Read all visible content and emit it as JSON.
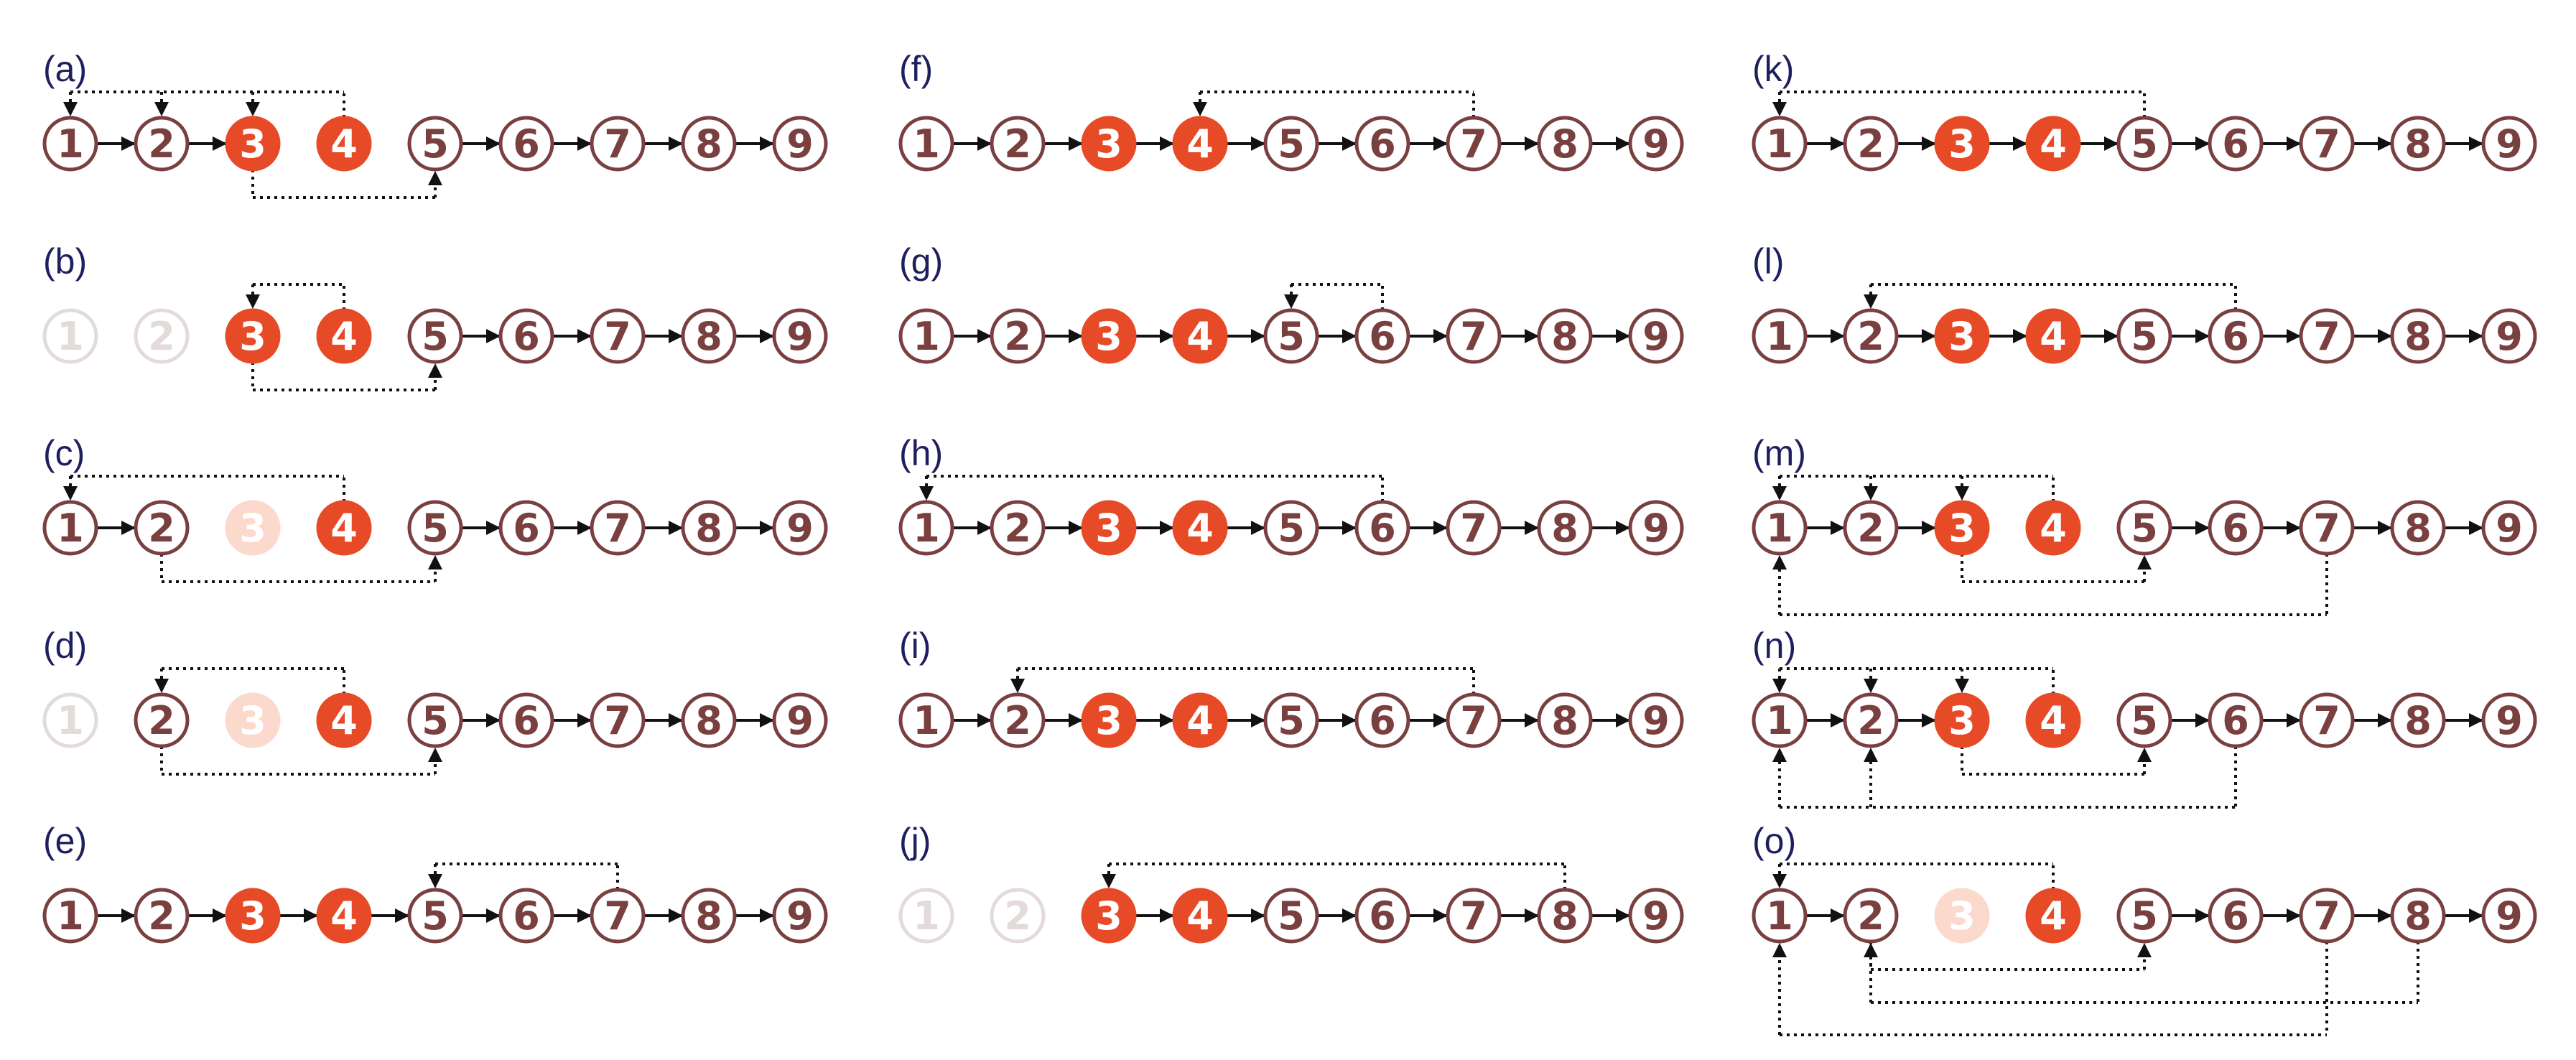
{
  "colors": {
    "label": "#1e1f5e",
    "node_stroke": "#7a4040",
    "node_text": "#7a4040",
    "faded_stroke": "#e3dada",
    "faded_text": "#e3dada",
    "highlight_fill": "#e64a26",
    "faded_highlight_fill": "#fbd9cc",
    "highlight_text": "#ffffff",
    "arrow": "#111111",
    "dotted": "#111111"
  },
  "panels": [
    {
      "label": "(a)",
      "nodes": [
        "1",
        "2",
        "3",
        "4",
        "5",
        "6",
        "7",
        "8",
        "9"
      ],
      "highlighted": [
        "3",
        "4"
      ],
      "faded": [],
      "faded_highlighted": [],
      "chain_links": [
        [
          0,
          1
        ],
        [
          1,
          2
        ],
        [
          4,
          5
        ],
        [
          5,
          6
        ],
        [
          6,
          7
        ],
        [
          7,
          8
        ]
      ],
      "jumps": [
        {
          "from": "4",
          "to": [
            "1",
            "2",
            "3"
          ],
          "side": "top",
          "level": 1
        },
        {
          "from": "3",
          "to": [
            "5"
          ],
          "side": "bottom",
          "level": 1
        }
      ]
    },
    {
      "label": "(b)",
      "nodes": [
        "1",
        "2",
        "3",
        "4",
        "5",
        "6",
        "7",
        "8",
        "9"
      ],
      "highlighted": [
        "3",
        "4"
      ],
      "faded": [
        "1",
        "2"
      ],
      "faded_highlighted": [],
      "chain_links": [
        [
          4,
          5
        ],
        [
          5,
          6
        ],
        [
          6,
          7
        ],
        [
          7,
          8
        ]
      ],
      "jumps": [
        {
          "from": "4",
          "to": [
            "3"
          ],
          "side": "top",
          "level": 1
        },
        {
          "from": "3",
          "to": [
            "5"
          ],
          "side": "bottom",
          "level": 1
        }
      ]
    },
    {
      "label": "(c)",
      "nodes": [
        "1",
        "2",
        "3",
        "4",
        "5",
        "6",
        "7",
        "8",
        "9"
      ],
      "highlighted": [
        "4"
      ],
      "faded": [],
      "faded_highlighted": [
        "3"
      ],
      "chain_links": [
        [
          0,
          1
        ],
        [
          4,
          5
        ],
        [
          5,
          6
        ],
        [
          6,
          7
        ],
        [
          7,
          8
        ]
      ],
      "jumps": [
        {
          "from": "4",
          "to": [
            "1"
          ],
          "side": "top",
          "level": 1
        },
        {
          "from": "2",
          "to": [
            "5"
          ],
          "side": "bottom",
          "level": 1
        }
      ]
    },
    {
      "label": "(d)",
      "nodes": [
        "1",
        "2",
        "3",
        "4",
        "5",
        "6",
        "7",
        "8",
        "9"
      ],
      "highlighted": [
        "4"
      ],
      "faded": [
        "1"
      ],
      "faded_highlighted": [
        "3"
      ],
      "chain_links": [
        [
          4,
          5
        ],
        [
          5,
          6
        ],
        [
          6,
          7
        ],
        [
          7,
          8
        ]
      ],
      "jumps": [
        {
          "from": "4",
          "to": [
            "2"
          ],
          "side": "top",
          "level": 1
        },
        {
          "from": "2",
          "to": [
            "5"
          ],
          "side": "bottom",
          "level": 1
        }
      ]
    },
    {
      "label": "(e)",
      "nodes": [
        "1",
        "2",
        "3",
        "4",
        "5",
        "6",
        "7",
        "8",
        "9"
      ],
      "highlighted": [
        "3",
        "4"
      ],
      "faded": [],
      "faded_highlighted": [],
      "chain_links": [
        [
          0,
          1
        ],
        [
          1,
          2
        ],
        [
          2,
          3
        ],
        [
          3,
          4
        ],
        [
          4,
          5
        ],
        [
          5,
          6
        ],
        [
          6,
          7
        ],
        [
          7,
          8
        ]
      ],
      "jumps": [
        {
          "from": "7",
          "to": [
            "5"
          ],
          "side": "top",
          "level": 1
        }
      ]
    },
    {
      "label": "(f)",
      "nodes": [
        "1",
        "2",
        "3",
        "4",
        "5",
        "6",
        "7",
        "8",
        "9"
      ],
      "highlighted": [
        "3",
        "4"
      ],
      "faded": [],
      "faded_highlighted": [],
      "chain_links": [
        [
          0,
          1
        ],
        [
          1,
          2
        ],
        [
          2,
          3
        ],
        [
          3,
          4
        ],
        [
          4,
          5
        ],
        [
          5,
          6
        ],
        [
          6,
          7
        ],
        [
          7,
          8
        ]
      ],
      "jumps": [
        {
          "from": "7",
          "to": [
            "4"
          ],
          "side": "top",
          "level": 1
        }
      ]
    },
    {
      "label": "(g)",
      "nodes": [
        "1",
        "2",
        "3",
        "4",
        "5",
        "6",
        "7",
        "8",
        "9"
      ],
      "highlighted": [
        "3",
        "4"
      ],
      "faded": [],
      "faded_highlighted": [],
      "chain_links": [
        [
          0,
          1
        ],
        [
          1,
          2
        ],
        [
          2,
          3
        ],
        [
          3,
          4
        ],
        [
          4,
          5
        ],
        [
          5,
          6
        ],
        [
          6,
          7
        ],
        [
          7,
          8
        ]
      ],
      "jumps": [
        {
          "from": "6",
          "to": [
            "5"
          ],
          "side": "top",
          "level": 1
        }
      ]
    },
    {
      "label": "(h)",
      "nodes": [
        "1",
        "2",
        "3",
        "4",
        "5",
        "6",
        "7",
        "8",
        "9"
      ],
      "highlighted": [
        "3",
        "4"
      ],
      "faded": [],
      "faded_highlighted": [],
      "chain_links": [
        [
          0,
          1
        ],
        [
          1,
          2
        ],
        [
          2,
          3
        ],
        [
          3,
          4
        ],
        [
          4,
          5
        ],
        [
          5,
          6
        ],
        [
          6,
          7
        ],
        [
          7,
          8
        ]
      ],
      "jumps": [
        {
          "from": "6",
          "to": [
            "1"
          ],
          "side": "top",
          "level": 1
        }
      ]
    },
    {
      "label": "(i)",
      "nodes": [
        "1",
        "2",
        "3",
        "4",
        "5",
        "6",
        "7",
        "8",
        "9"
      ],
      "highlighted": [
        "3",
        "4"
      ],
      "faded": [],
      "faded_highlighted": [],
      "chain_links": [
        [
          0,
          1
        ],
        [
          1,
          2
        ],
        [
          2,
          3
        ],
        [
          3,
          4
        ],
        [
          4,
          5
        ],
        [
          5,
          6
        ],
        [
          6,
          7
        ],
        [
          7,
          8
        ]
      ],
      "jumps": [
        {
          "from": "7",
          "to": [
            "2"
          ],
          "side": "top",
          "level": 1
        }
      ]
    },
    {
      "label": "(j)",
      "nodes": [
        "1",
        "2",
        "3",
        "4",
        "5",
        "6",
        "7",
        "8",
        "9"
      ],
      "highlighted": [
        "3",
        "4"
      ],
      "faded": [
        "1",
        "2"
      ],
      "faded_highlighted": [],
      "chain_links": [
        [
          2,
          3
        ],
        [
          3,
          4
        ],
        [
          4,
          5
        ],
        [
          5,
          6
        ],
        [
          6,
          7
        ],
        [
          7,
          8
        ]
      ],
      "jumps": [
        {
          "from": "8",
          "to": [
            "3"
          ],
          "side": "top",
          "level": 1
        }
      ]
    },
    {
      "label": "(k)",
      "nodes": [
        "1",
        "2",
        "3",
        "4",
        "5",
        "6",
        "7",
        "8",
        "9"
      ],
      "highlighted": [
        "3",
        "4"
      ],
      "faded": [],
      "faded_highlighted": [],
      "chain_links": [
        [
          0,
          1
        ],
        [
          1,
          2
        ],
        [
          2,
          3
        ],
        [
          3,
          4
        ],
        [
          4,
          5
        ],
        [
          5,
          6
        ],
        [
          6,
          7
        ],
        [
          7,
          8
        ]
      ],
      "jumps": [
        {
          "from": "5",
          "to": [
            "1"
          ],
          "side": "top",
          "level": 1
        }
      ]
    },
    {
      "label": "(l)",
      "nodes": [
        "1",
        "2",
        "3",
        "4",
        "5",
        "6",
        "7",
        "8",
        "9"
      ],
      "highlighted": [
        "3",
        "4"
      ],
      "faded": [],
      "faded_highlighted": [],
      "chain_links": [
        [
          0,
          1
        ],
        [
          1,
          2
        ],
        [
          2,
          3
        ],
        [
          3,
          4
        ],
        [
          4,
          5
        ],
        [
          5,
          6
        ],
        [
          6,
          7
        ],
        [
          7,
          8
        ]
      ],
      "jumps": [
        {
          "from": "6",
          "to": [
            "2"
          ],
          "side": "top",
          "level": 1
        }
      ]
    },
    {
      "label": "(m)",
      "nodes": [
        "1",
        "2",
        "3",
        "4",
        "5",
        "6",
        "7",
        "8",
        "9"
      ],
      "highlighted": [
        "3",
        "4"
      ],
      "faded": [],
      "faded_highlighted": [],
      "chain_links": [
        [
          0,
          1
        ],
        [
          1,
          2
        ],
        [
          4,
          5
        ],
        [
          5,
          6
        ],
        [
          6,
          7
        ],
        [
          7,
          8
        ]
      ],
      "jumps": [
        {
          "from": "4",
          "to": [
            "1",
            "2",
            "3"
          ],
          "side": "top",
          "level": 1
        },
        {
          "from": "3",
          "to": [
            "5"
          ],
          "side": "bottom",
          "level": 1
        },
        {
          "from": "7",
          "to": [
            "1"
          ],
          "side": "bottom",
          "level": 2
        }
      ]
    },
    {
      "label": "(n)",
      "nodes": [
        "1",
        "2",
        "3",
        "4",
        "5",
        "6",
        "7",
        "8",
        "9"
      ],
      "highlighted": [
        "3",
        "4"
      ],
      "faded": [],
      "faded_highlighted": [],
      "chain_links": [
        [
          0,
          1
        ],
        [
          1,
          2
        ],
        [
          4,
          5
        ],
        [
          5,
          6
        ],
        [
          6,
          7
        ],
        [
          7,
          8
        ]
      ],
      "jumps": [
        {
          "from": "4",
          "to": [
            "1",
            "2",
            "3"
          ],
          "side": "top",
          "level": 1
        },
        {
          "from": "3",
          "to": [
            "5"
          ],
          "side": "bottom",
          "level": 1
        },
        {
          "from": "6",
          "to": [
            "1",
            "2"
          ],
          "side": "bottom",
          "level": 2
        }
      ]
    },
    {
      "label": "(o)",
      "nodes": [
        "1",
        "2",
        "3",
        "4",
        "5",
        "6",
        "7",
        "8",
        "9"
      ],
      "highlighted": [
        "4"
      ],
      "faded": [],
      "faded_highlighted": [
        "3"
      ],
      "chain_links": [
        [
          0,
          1
        ],
        [
          4,
          5
        ],
        [
          5,
          6
        ],
        [
          6,
          7
        ],
        [
          7,
          8
        ]
      ],
      "jumps": [
        {
          "from": "4",
          "to": [
            "1"
          ],
          "side": "top",
          "level": 1
        },
        {
          "from": "2",
          "to": [
            "5"
          ],
          "side": "bottom",
          "level": 1
        },
        {
          "from": "8",
          "to": [
            "2"
          ],
          "side": "bottom",
          "level": 2
        },
        {
          "from": "7",
          "to": [
            "1"
          ],
          "side": "bottom",
          "level": 3
        }
      ]
    }
  ]
}
